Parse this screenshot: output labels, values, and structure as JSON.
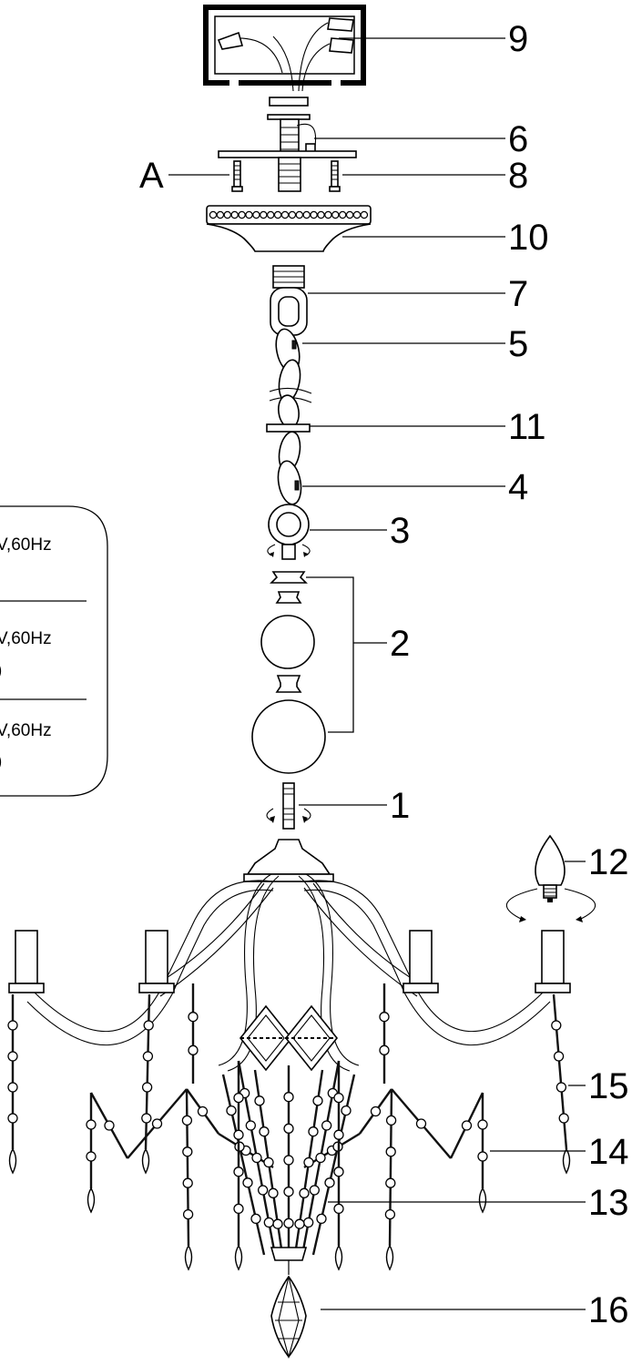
{
  "callouts": {
    "c1": "1",
    "c2": "2",
    "c3": "3",
    "c4": "4",
    "c5": "5",
    "c6": "6",
    "c7": "7",
    "c8": "8",
    "c9": "9",
    "c10": "10",
    "c11": "11",
    "c12": "12",
    "c13": "13",
    "c14": "14",
    "c15": "15",
    "c16": "16",
    "cA": "A"
  },
  "spec_box": {
    "line1": "V,60Hz",
    "line2": "V,60Hz",
    "line3": ")",
    "line4": "V,60Hz",
    "line5": ")"
  }
}
